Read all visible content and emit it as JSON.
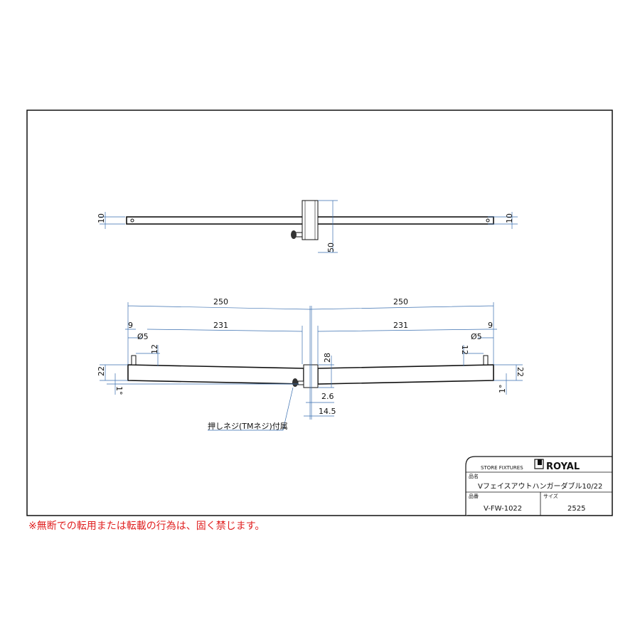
{
  "drawing": {
    "top_view": {
      "dim_height_left": "10",
      "dim_height_right": "10",
      "dim_block": "50"
    },
    "front_view": {
      "dim_250_left": "250",
      "dim_250_right": "250",
      "dim_231_left": "231",
      "dim_231_right": "231",
      "dim_9_left": "9",
      "dim_9_right": "9",
      "dim_dia_left": "Ø5",
      "dim_dia_right": "Ø5",
      "dim_12_left": "12",
      "dim_12_right": "12",
      "dim_28": "28",
      "dim_22_left": "22",
      "dim_22_right": "22",
      "angle_left": "1°",
      "angle_right": "1°",
      "dim_2_6": "2.6",
      "dim_14_5": "14.5",
      "note": "押しネジ(TMネジ)付属"
    }
  },
  "title_block": {
    "company": "STORE FIXTURES",
    "brand": "ROYAL",
    "name_label": "品名",
    "name_value": "Vフェイスアウトハンガーダブル10/22",
    "code_label": "品番",
    "code_value": "V-FW-1022",
    "size_label": "サイズ",
    "size_value": "2525"
  },
  "warning": "※無断での転用または転載の行為は、固く禁じます。"
}
